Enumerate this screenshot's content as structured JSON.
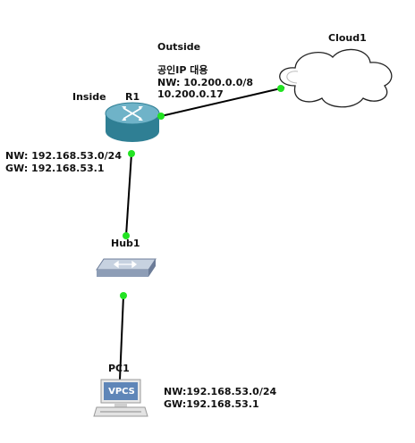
{
  "colors": {
    "link": "#000000",
    "port": "#22e322",
    "router_top": "#6fb3c8",
    "router_side": "#2f7f94",
    "hub_top": "#b9c6d6",
    "hub_side": "#7d8ea8",
    "pc_screen": "#5f86b8",
    "cloud_fill": "#ffffff",
    "cloud_stroke": "#222222"
  },
  "nodes": {
    "cloud": {
      "name": "Cloud1",
      "icon": "cloud-icon"
    },
    "router": {
      "name": "R1",
      "icon": "router-icon"
    },
    "hub": {
      "name": "Hub1",
      "icon": "hub-icon"
    },
    "pc": {
      "name": "PC1",
      "icon": "vpcs-icon",
      "screen_label": "VPCS"
    }
  },
  "annotations": {
    "outside": {
      "title": "Outside",
      "line1": "공인IP 대용",
      "line2": "NW: 10.200.0.0/8",
      "line3": "10.200.0.17"
    },
    "inside": {
      "title": "Inside",
      "line1": "NW: 192.168.53.0/24",
      "line2": "GW: 192.168.53.1"
    },
    "pc": {
      "line1": "NW:192.168.53.0/24",
      "line2": "GW:192.168.53.1"
    }
  }
}
